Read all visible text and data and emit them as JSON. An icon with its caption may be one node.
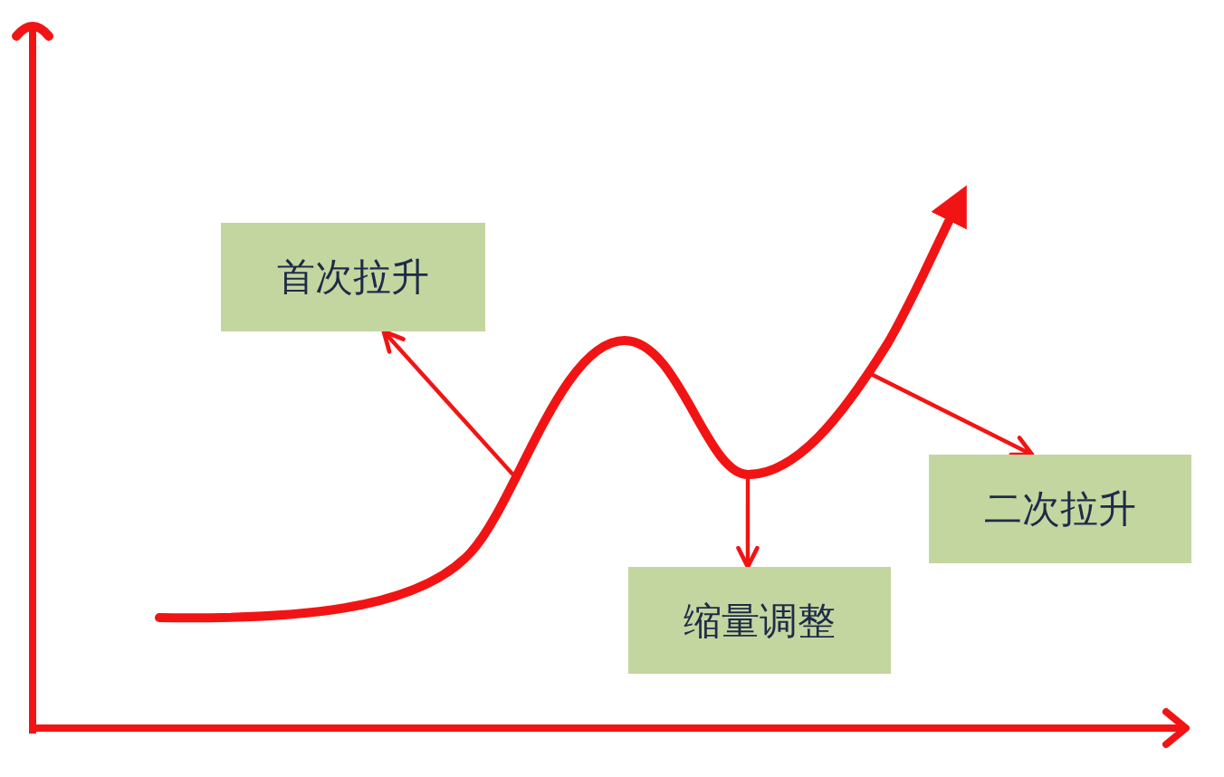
{
  "diagram": {
    "nodes": [
      {
        "text": [
          "首次拉升"
        ]
      },
      {
        "text": [
          "二次拉升"
        ]
      },
      {
        "text": [
          "缩量调整"
        ]
      }
    ],
    "edges": [
      {
        "from": null,
        "to": 0,
        "arrow": "to"
      },
      {
        "from": null,
        "to": 2,
        "arrow": "to"
      },
      {
        "from": null,
        "to": 1,
        "arrow": "to"
      }
    ]
  }
}
